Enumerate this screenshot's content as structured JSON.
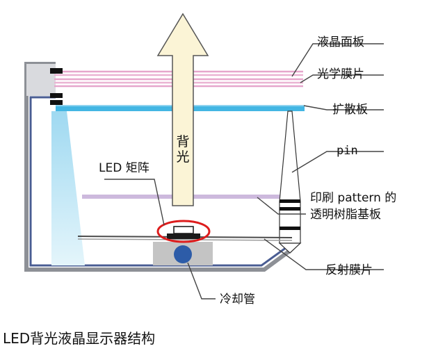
{
  "caption": "LED背光液晶显示器结构",
  "arrow_label": "背光",
  "labels": {
    "lcd_panel": "液晶面板",
    "optical_film": "光学膜片",
    "diffuser": "扩散板",
    "pin": "pin",
    "led_matrix": "LED 矩阵",
    "substrate_line1": "印刷 pattern 的",
    "substrate_line2": "透明树脂基板",
    "reflector": "反射膜片",
    "cooling_pipe": "冷却管"
  },
  "colors": {
    "pink_film": "#e6a6cc",
    "diffuser_blue": "#43b6e3",
    "light_blue": "#c3e8f6",
    "lavender": "#cdb9dd",
    "frame_gray": "#8d9096",
    "frame_blue": "#4a5d93",
    "cooler_gray": "#c4c4c4",
    "pipe_blue": "#2d5ca8",
    "highlight_red": "#dd1c1c",
    "arrow_fill": "#fbf4d6"
  }
}
